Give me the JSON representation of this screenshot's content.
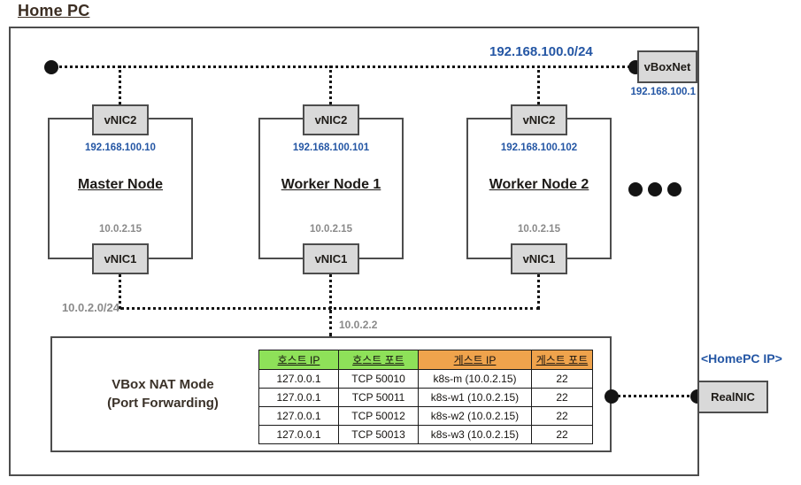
{
  "title": "Home PC",
  "host_only_network": {
    "subnet_label": "192.168.100.0/24",
    "adapter_label": "vBoxNet",
    "gateway_ip": "192.168.100.1"
  },
  "nat_network": {
    "subnet_label": "10.0.2.0/24",
    "gateway_ip": "10.0.2.2"
  },
  "nodes": [
    {
      "name": "Master Node",
      "vnic2_label": "vNIC2",
      "vnic2_ip": "192.168.100.10",
      "vnic1_label": "vNIC1",
      "vnic1_ip": "10.0.2.15"
    },
    {
      "name": "Worker Node 1",
      "vnic2_label": "vNIC2",
      "vnic2_ip": "192.168.100.101",
      "vnic1_label": "vNIC1",
      "vnic1_ip": "10.0.2.15"
    },
    {
      "name": "Worker Node 2",
      "vnic2_label": "vNIC2",
      "vnic2_ip": "192.168.100.102",
      "vnic1_label": "vNIC1",
      "vnic1_ip": "10.0.2.15"
    }
  ],
  "nat_box": {
    "title": "VBox NAT Mode",
    "subtitle": "(Port Forwarding)"
  },
  "port_forwarding_table": {
    "headers": [
      "호스트 IP",
      "호스트 포트",
      "게스트 IP",
      "게스트 포트"
    ],
    "rows": [
      [
        "127.0.0.1",
        "TCP 50010",
        "k8s-m (10.0.2.15)",
        "22"
      ],
      [
        "127.0.0.1",
        "TCP 50011",
        "k8s-w1 (10.0.2.15)",
        "22"
      ],
      [
        "127.0.0.1",
        "TCP 50012",
        "k8s-w2 (10.0.2.15)",
        "22"
      ],
      [
        "127.0.0.1",
        "TCP 50013",
        "k8s-w3 (10.0.2.15)",
        "22"
      ]
    ]
  },
  "real_nic": {
    "adapter_label": "RealNIC",
    "ip_label": "<HomePC IP>"
  },
  "colors": {
    "accent_blue": "#2456a4",
    "muted_gray": "#8a8a8a",
    "header_green": "#8ee159",
    "header_orange": "#efa34c",
    "chip_fill": "#d9d9d9",
    "border_gray": "#4d4d4d"
  }
}
